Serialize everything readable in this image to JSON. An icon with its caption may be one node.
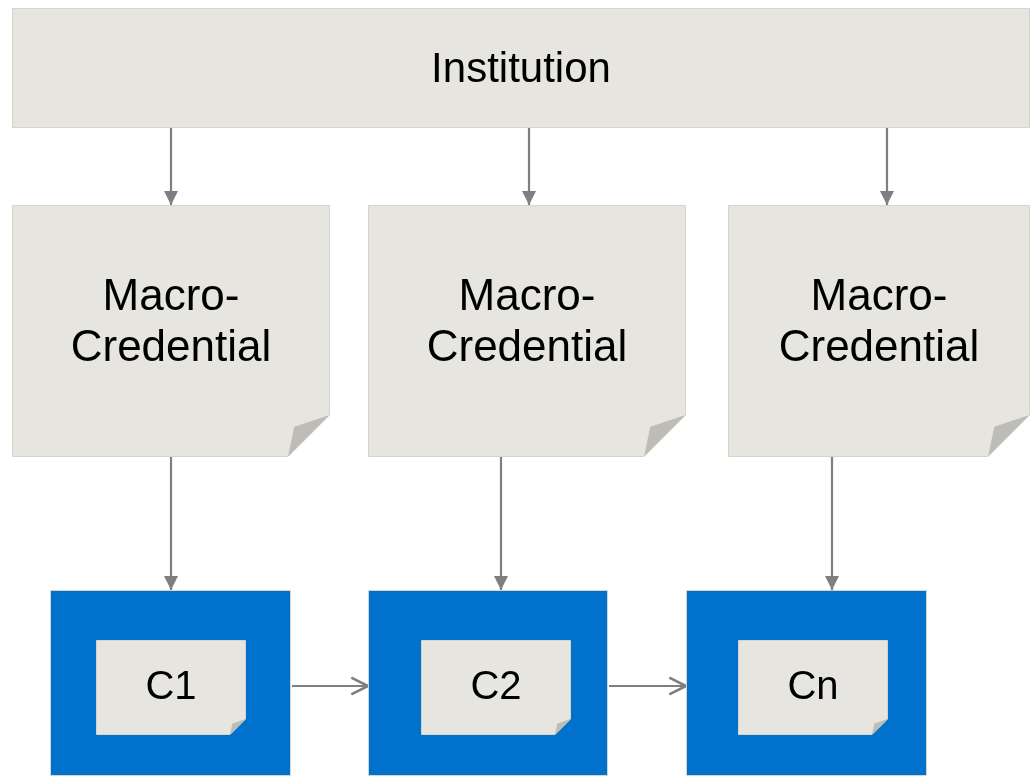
{
  "diagram": {
    "nodes": [
      {
        "text": [
          "Institution"
        ]
      },
      {
        "text": [
          "Macro- Credential"
        ]
      },
      {
        "text": [
          "Macro- Credential"
        ]
      },
      {
        "text": [
          "Macro- Credential"
        ]
      },
      {
        "text": [],
        "shape": "box"
      },
      {
        "text": [
          "C1"
        ],
        "in": 4
      },
      {
        "text": [],
        "shape": "box"
      },
      {
        "text": [
          "C2"
        ],
        "in": 6
      },
      {
        "text": [],
        "shape": "box"
      },
      {
        "text": [
          "Cn"
        ],
        "in": 8
      }
    ],
    "edges": [
      {
        "from": 0,
        "to": 1,
        "arrow": "to"
      },
      {
        "from": 0,
        "to": 2,
        "arrow": "to"
      },
      {
        "from": 0,
        "to": 3,
        "arrow": "to"
      },
      {
        "from": 1,
        "to": 4,
        "arrow": "to"
      },
      {
        "from": 2,
        "to": 6,
        "arrow": "to"
      },
      {
        "from": 3,
        "to": 8,
        "arrow": "to"
      },
      {
        "from": 4,
        "to": 6,
        "arrow": "to"
      },
      {
        "from": 6,
        "to": 8,
        "arrow": "to"
      }
    ]
  }
}
